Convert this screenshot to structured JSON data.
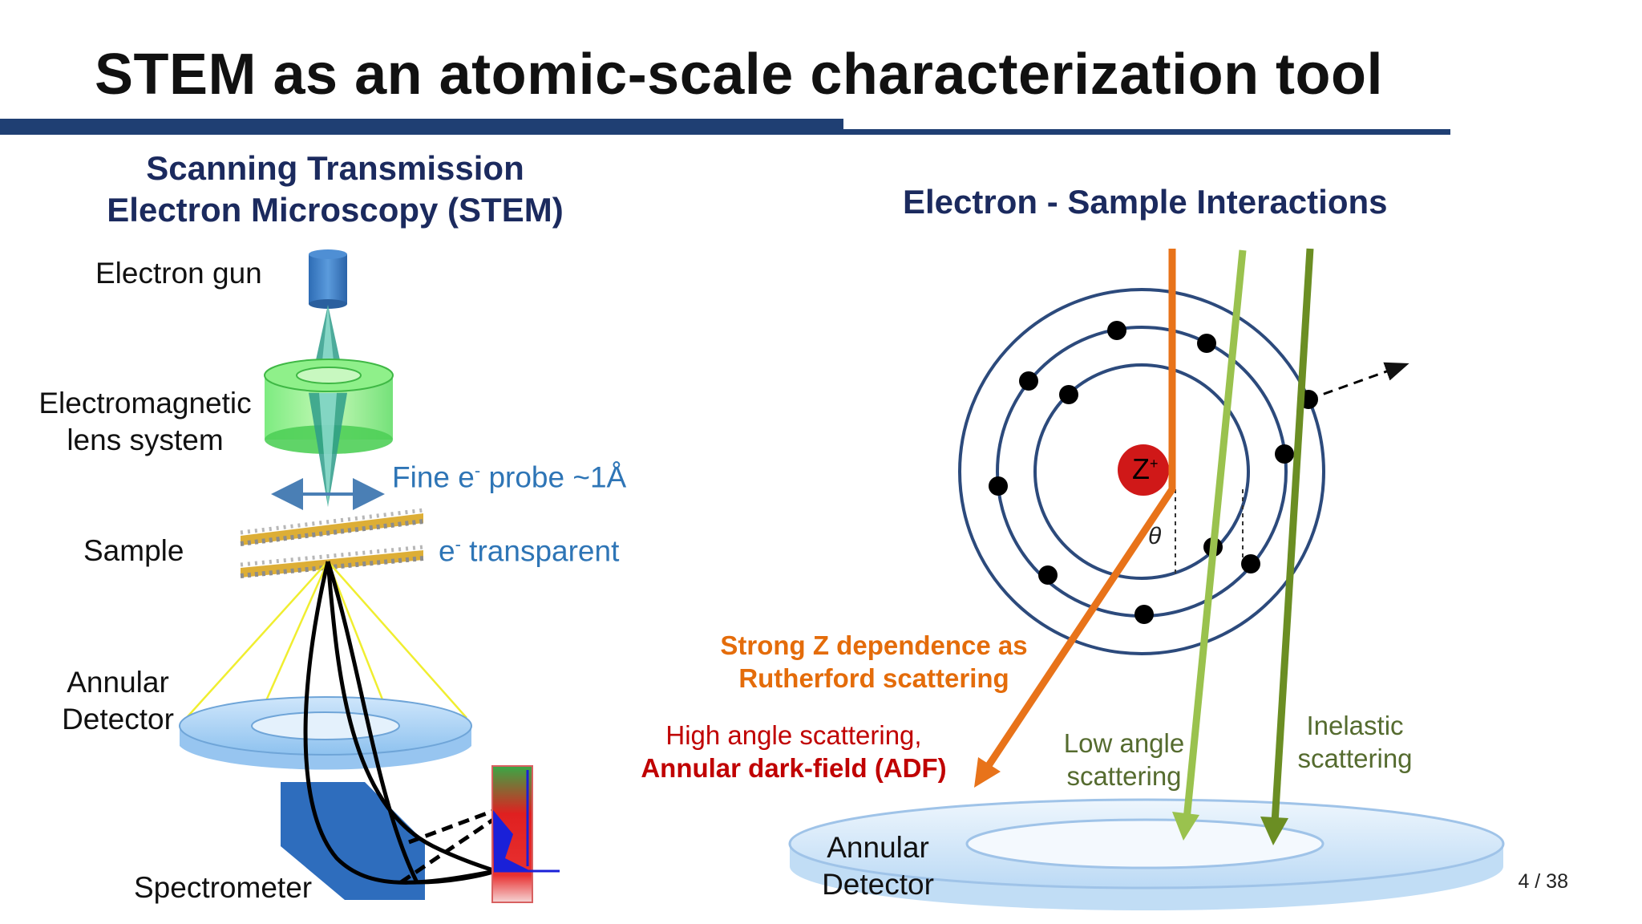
{
  "slide": {
    "title": "STEM as an atomic-scale characterization tool",
    "page_number": "4 / 38",
    "colors": {
      "title_bar": "#1f3f73",
      "heading": "#1b2a5e",
      "probe_blue": "#2e75b6",
      "rutherford_orange": "#e46c0a",
      "adf_red": "#c00000",
      "inelastic_green": "#6b8e23"
    }
  },
  "left_panel": {
    "heading_line1": "Scanning Transmission",
    "heading_line2": "Electron Microscopy (STEM)",
    "electron_gun": "Electron gun",
    "lens_line1": "Electromagnetic",
    "lens_line2": "lens system",
    "probe_prefix": "Fine e",
    "probe_sup": "-",
    "probe_suffix": " probe ~1Å",
    "sample": "Sample",
    "transparent_prefix": "e",
    "transparent_sup": "-",
    "transparent_suffix": " transparent",
    "annular_line1": "Annular",
    "annular_line2": "Detector",
    "spectrometer": "Spectrometer"
  },
  "right_panel": {
    "heading": "Electron - Sample Interactions",
    "nucleus": "Z",
    "nucleus_sup": "+",
    "theta": "θ",
    "rutherford_line1": "Strong Z dependence as",
    "rutherford_line2": "Rutherford scattering",
    "high_angle_line1": "High angle scattering,",
    "high_angle_line2": "Annular dark-field (ADF)",
    "low_angle_line1": "Low angle",
    "low_angle_line2": "scattering",
    "inelastic_line1": "Inelastic",
    "inelastic_line2": "scattering",
    "detector_line1": "Annular",
    "detector_line2": "Detector"
  }
}
